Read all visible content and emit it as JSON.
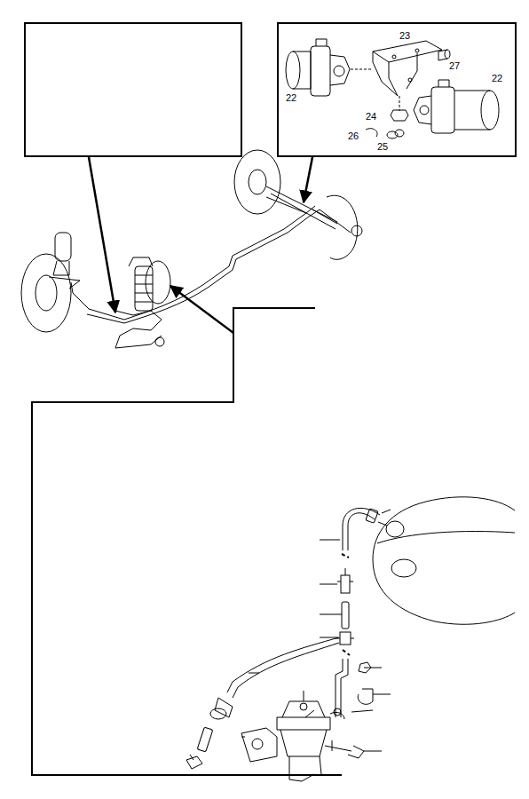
{
  "diagram": {
    "labels": [
      "23",
      "27",
      "22",
      "22",
      "24",
      "26",
      "25"
    ]
  }
}
